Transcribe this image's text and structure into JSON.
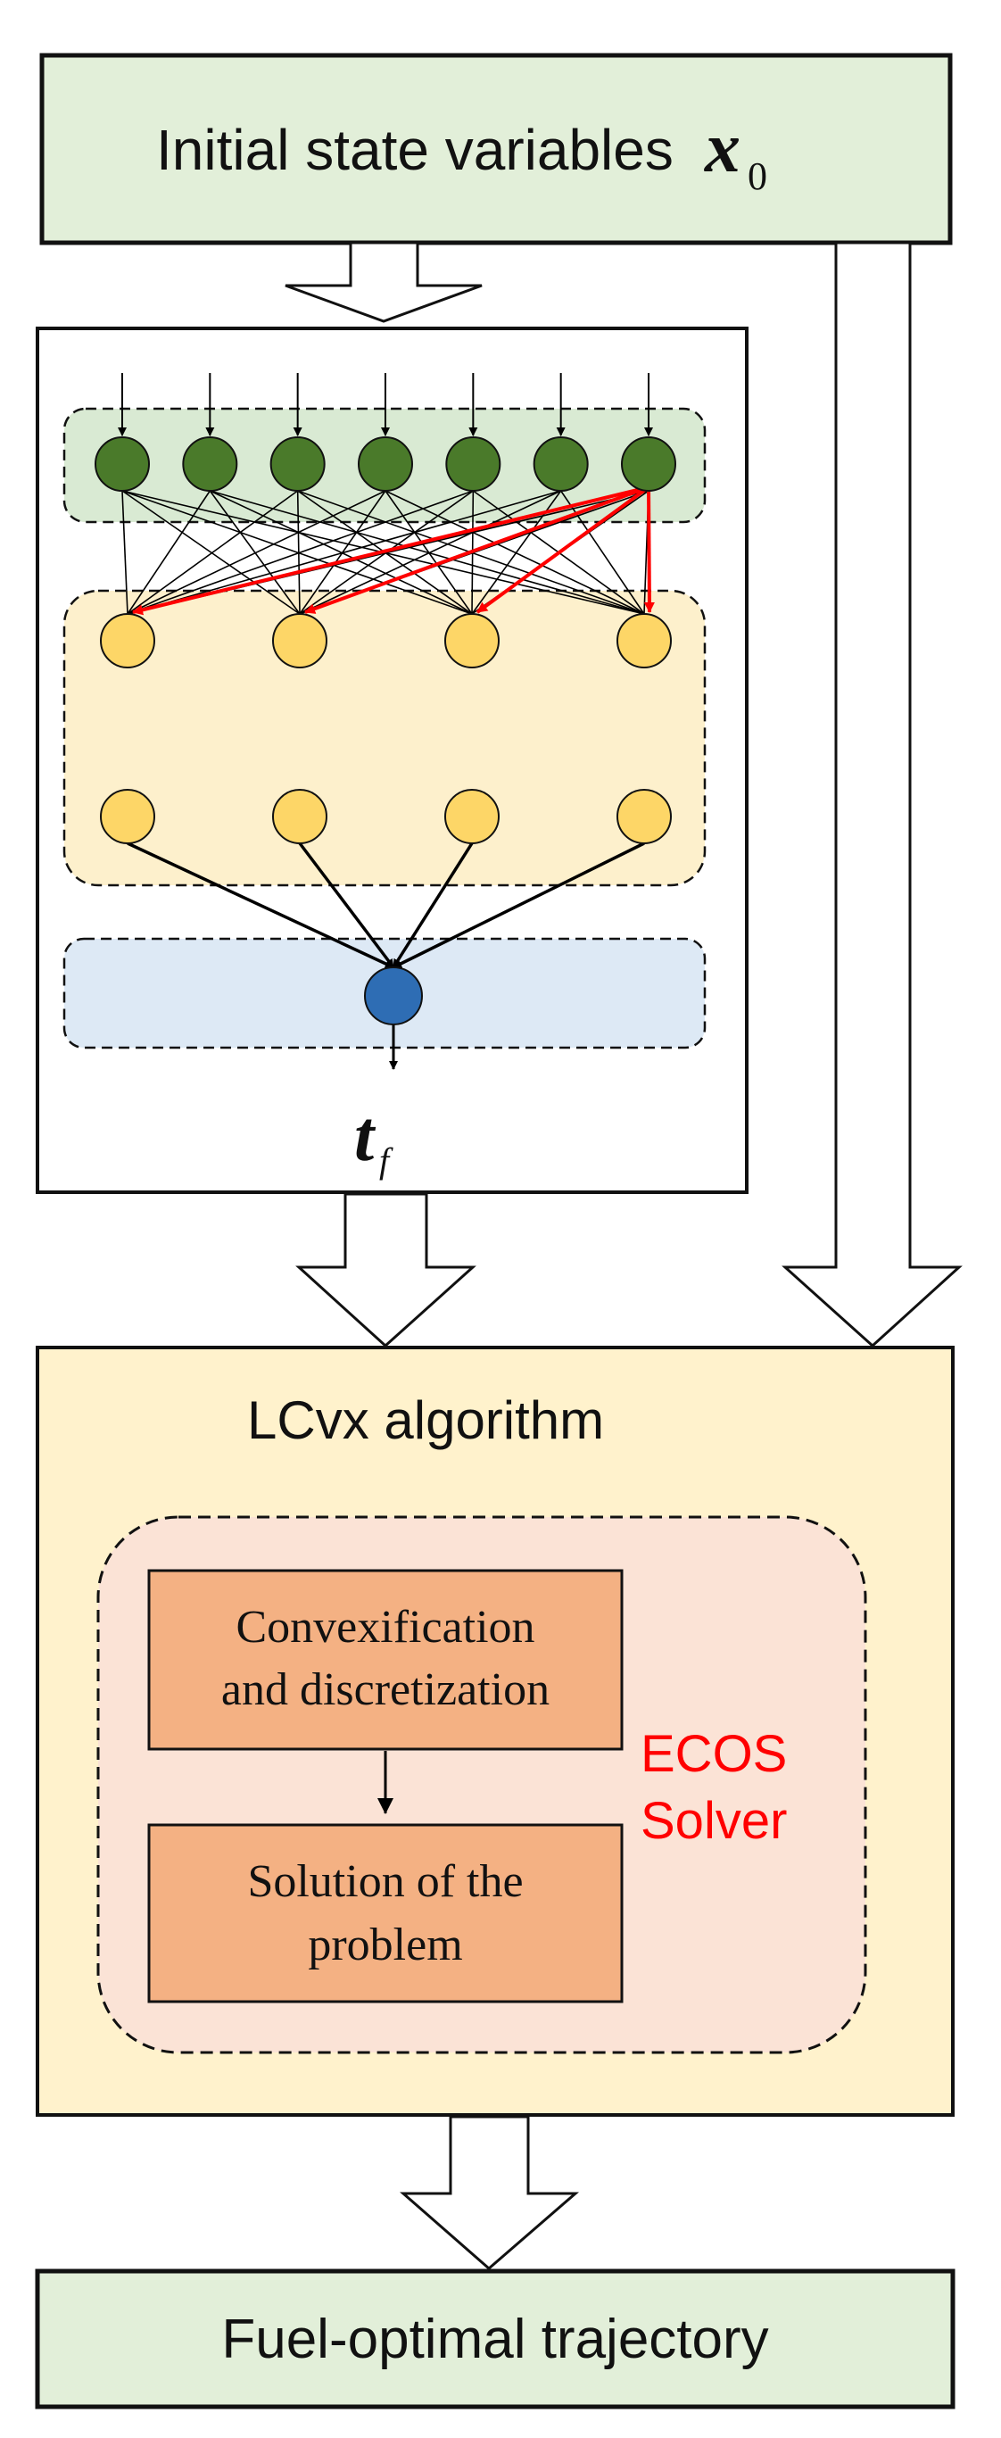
{
  "input_box": {
    "label": "Initial state variables",
    "symbol": "x",
    "subscript": "0"
  },
  "network": {
    "input_nodes": 7,
    "hidden_layer_1_nodes": 4,
    "hidden_layer_2_nodes": 4,
    "output_nodes": 1,
    "output_symbol": "t",
    "output_subscript": "f"
  },
  "lcvx_box": {
    "title": "LCvx algorithm",
    "solver_label_line1": "ECOS",
    "solver_label_line2": "Solver",
    "step1_line1": "Convexification",
    "step1_line2": "and discretization",
    "step2_line1": "Solution of the",
    "step2_line2": "problem"
  },
  "output_box": {
    "label": "Fuel-optimal trajectory"
  },
  "colors": {
    "io_box_fill": "#e2efd9",
    "input_layer_fill": "#d9ead3",
    "input_node": "#4a7a2a",
    "hidden_layer_fill": "#fdf0cc",
    "hidden_node": "#fdd667",
    "output_layer_fill": "#dde9f5",
    "output_node": "#2e6db4",
    "lcvx_fill": "#fff2cc",
    "solver_region_fill": "#fbe3d6",
    "step_fill": "#f4b183",
    "highlight_connections": "#ff0000",
    "solver_label": "#ff0000"
  }
}
